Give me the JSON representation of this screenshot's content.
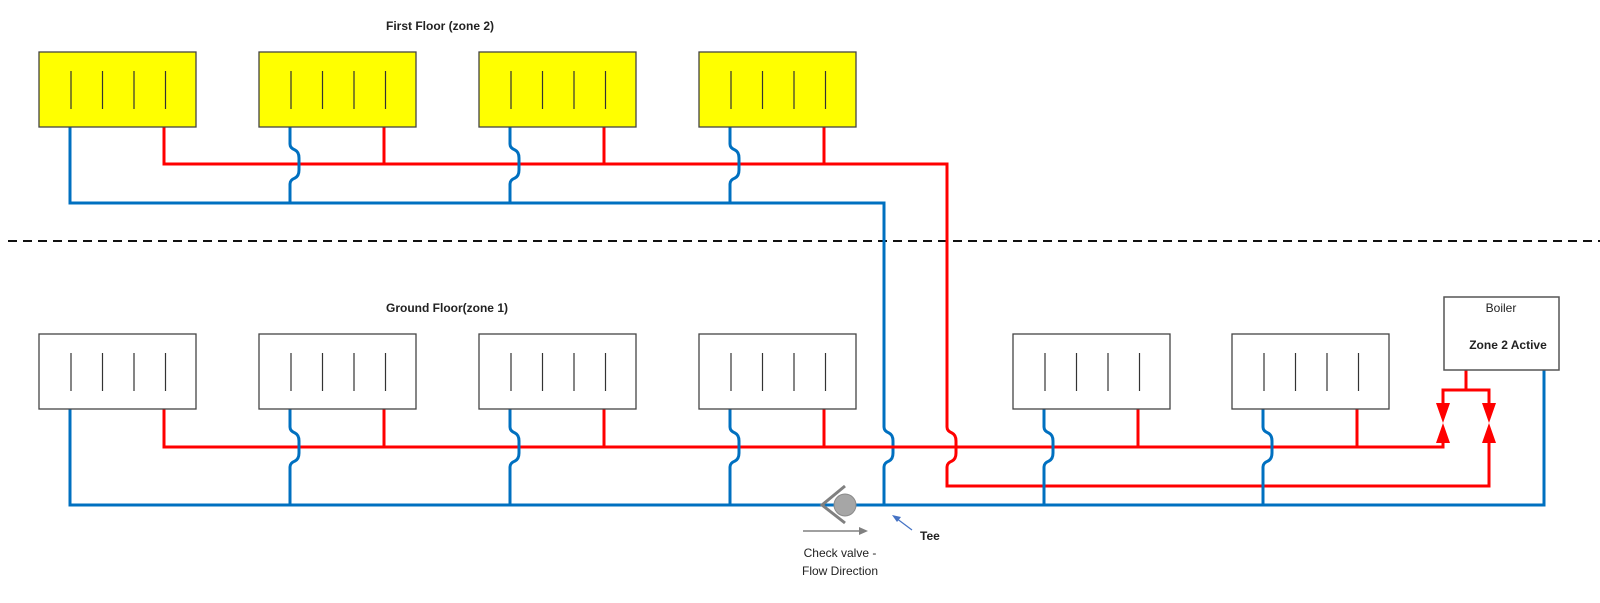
{
  "labels": {
    "first_floor": "First Floor (zone 2)",
    "ground_floor": "Ground Floor(zone 1)",
    "boiler": "Boiler",
    "boiler_status": "Zone 2 Active",
    "tee": "Tee",
    "check_valve_line1": "Check valve -",
    "check_valve_line2": "Flow Direction"
  },
  "colors": {
    "flow": "#ff0000",
    "return": "#0070c0",
    "active_radiator": "#ffff00",
    "inactive_radiator": "#ffffff"
  },
  "zones": [
    {
      "name": "First Floor (zone 2)",
      "radiators": 4,
      "active": true
    },
    {
      "name": "Ground Floor(zone 1)",
      "radiators": 6,
      "active": false
    }
  ]
}
